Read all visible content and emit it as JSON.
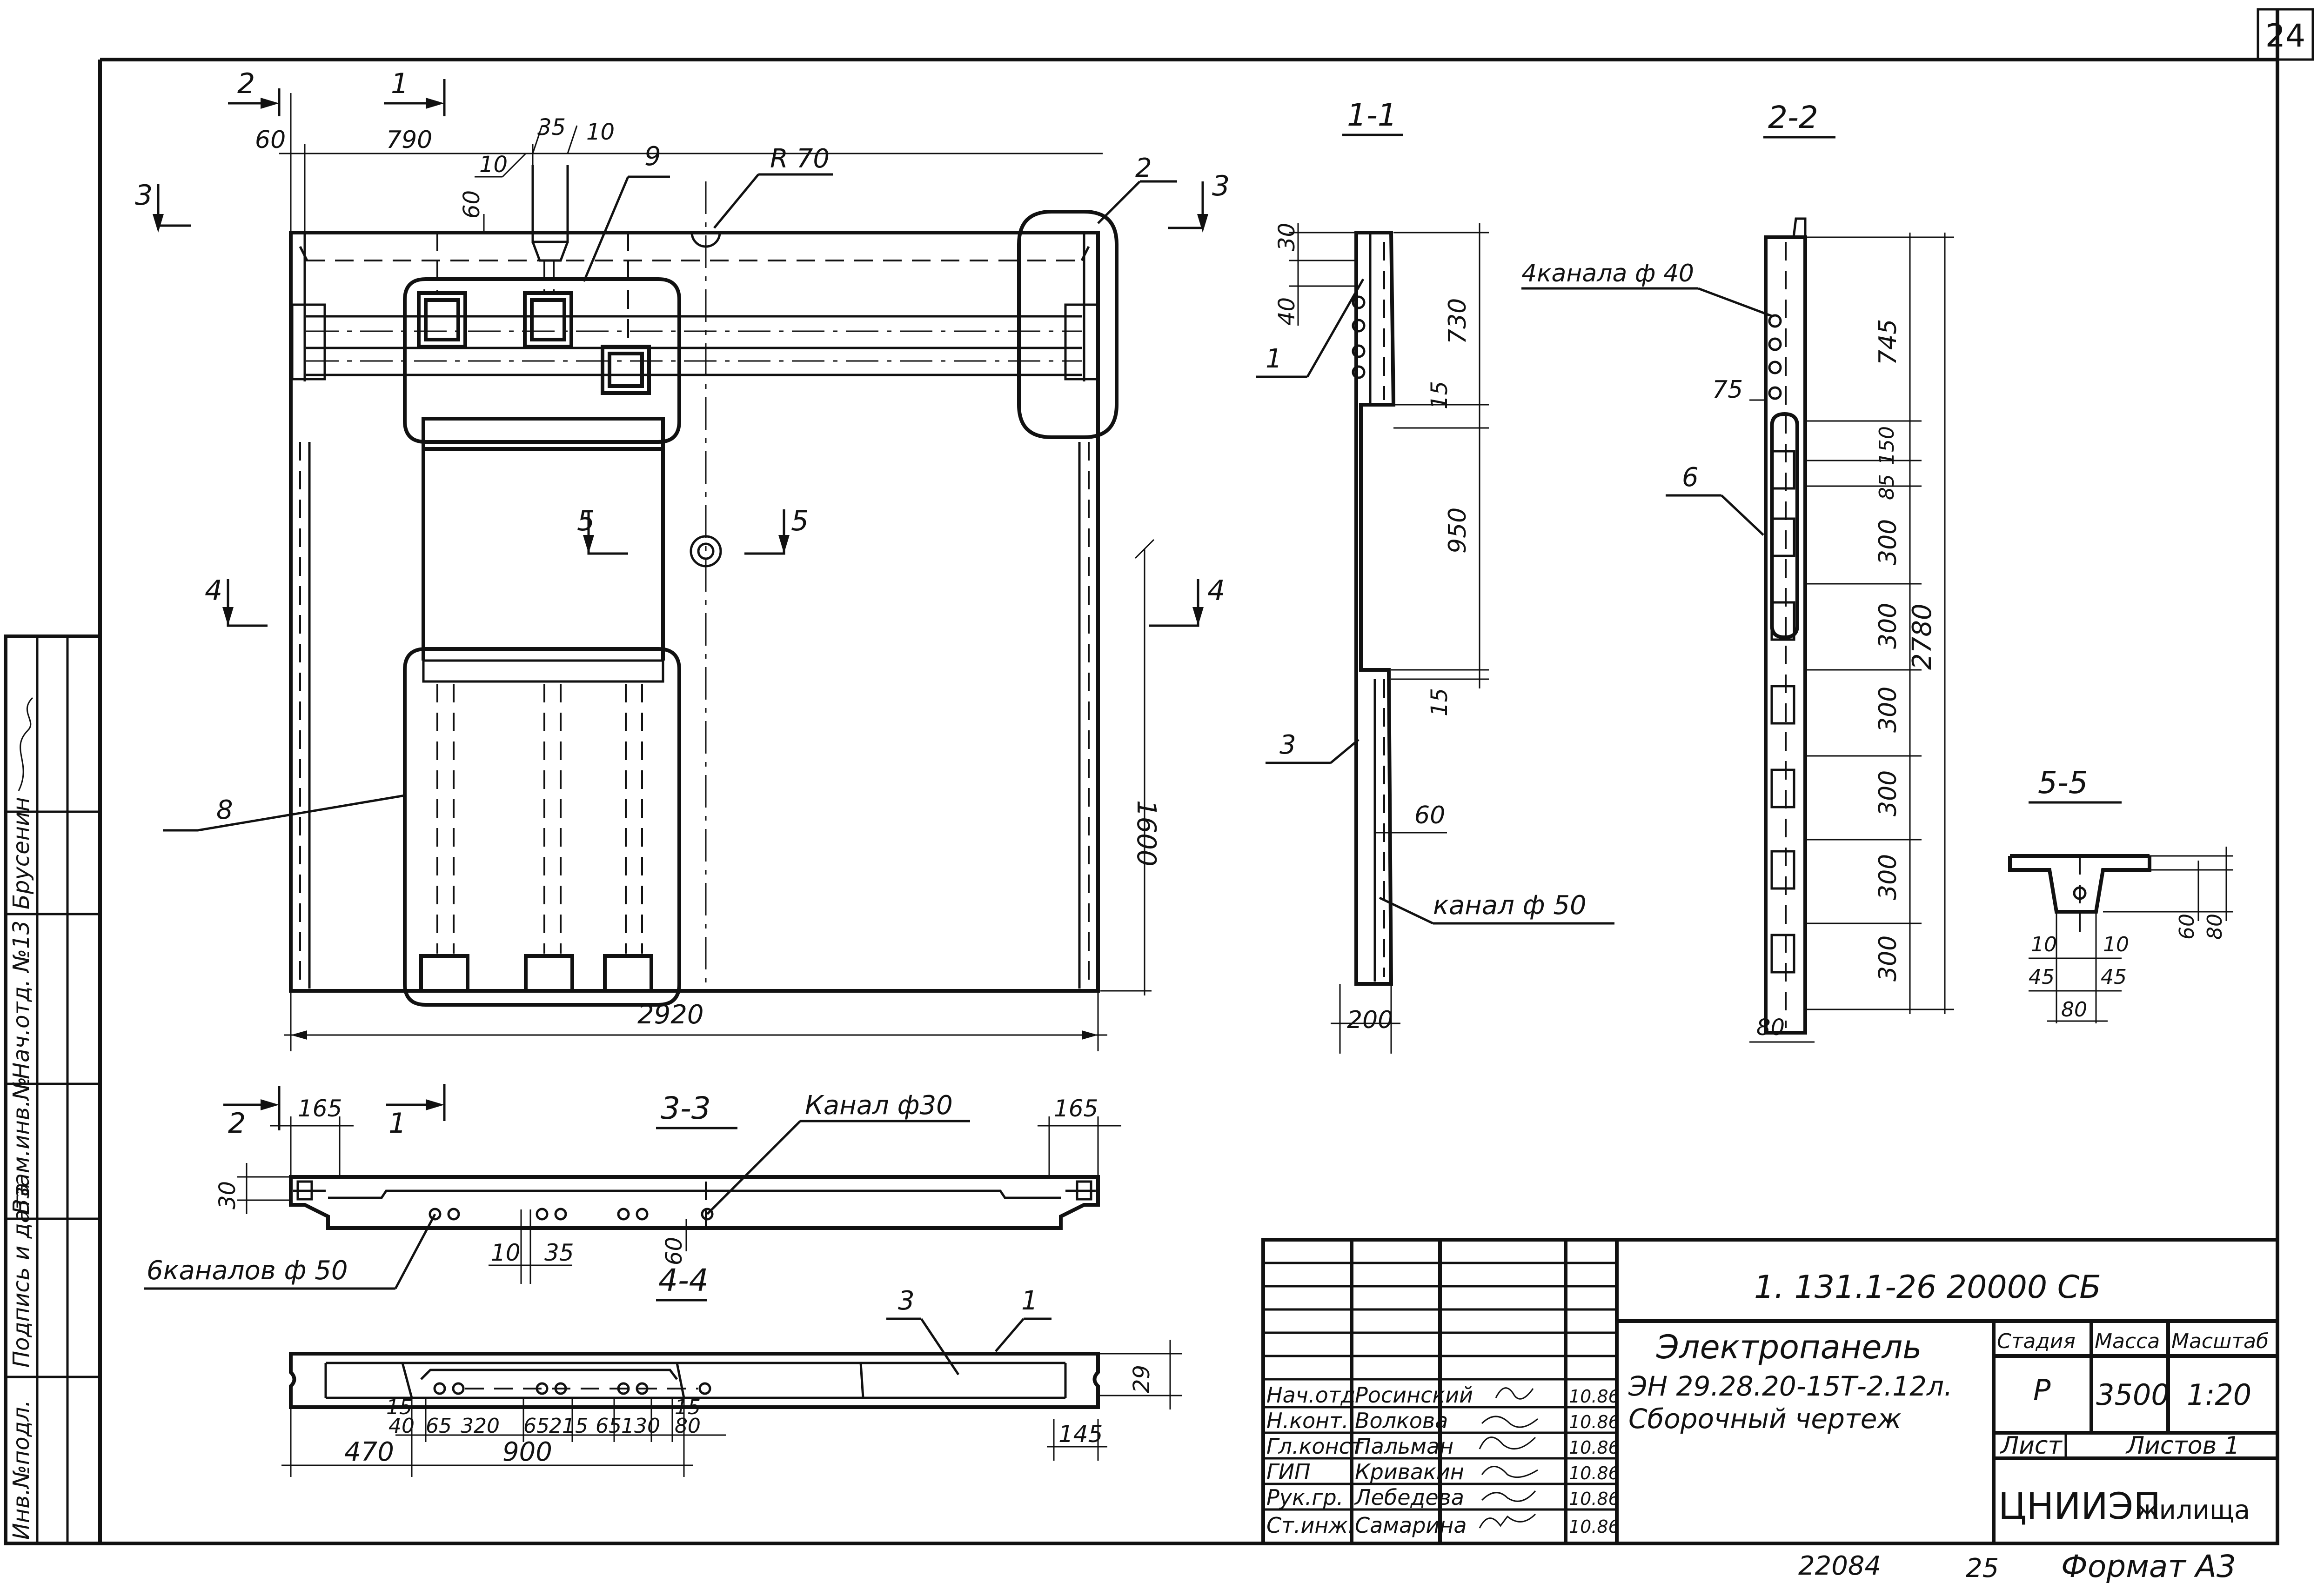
{
  "sheet": {
    "number": "24",
    "bottom_number": "22084",
    "page_label": "25",
    "format_label": "Формат А3"
  },
  "stamp": {
    "document_code": "1. 131.1-26 20000 СБ",
    "title_line1": "Электропанель",
    "title_line2": "ЭН 29.28.20-15Т-2.12л.",
    "title_line3": "Сборочный чертеж",
    "stage_header": "Стадия",
    "mass_header": "Масса",
    "scale_header": "Масштаб",
    "stage_value": "Р",
    "mass_value": "3500",
    "scale_value": "1:20",
    "sheet_label": "Лист",
    "sheets_label": "Листов 1",
    "organization_brand": "ЦНИИЭП",
    "organization_word": "жилища",
    "signatories": [
      {
        "role": "Нач.отд",
        "name": "Росинский",
        "date": "10.86"
      },
      {
        "role": "Н.конт.",
        "name": "Волкова",
        "date": "10.86"
      },
      {
        "role": "Гл.конст",
        "name": "Пальман",
        "date": "10.86"
      },
      {
        "role": "ГИП",
        "name": "Кривакин",
        "date": "10.86"
      },
      {
        "role": "Рук.гр.",
        "name": "Лебедева",
        "date": "10.86"
      },
      {
        "role": "Ст.инж.",
        "name": "Самарина",
        "date": "10.86"
      }
    ]
  },
  "side_stamp": {
    "cells": [
      "Инв.№подл.",
      "Подпись и дата",
      "Взам.инв.№",
      "Нач.отд. №13",
      "Брусенин"
    ]
  },
  "sections": {
    "s11": "1-1",
    "s22": "2-2",
    "s33": "3-3",
    "s44": "4-4",
    "s55": "5-5"
  },
  "cut_marks": [
    "1",
    "2",
    "3",
    "4",
    "5"
  ],
  "callouts": {
    "c1": "1",
    "c2": "2",
    "c3": "3",
    "c6": "6",
    "c8": "8",
    "c9": "9",
    "radius": "R 70",
    "channels_40": "4канала ф 40",
    "channel_50": "канал ф 50",
    "channel_30": "Канал ф30",
    "channels_6x50": "6каналов ф 50"
  },
  "dimensions": {
    "main": {
      "d60": "60",
      "d790": "790",
      "d35": "35",
      "d10a": "10",
      "d10b": "10",
      "d60v": "60",
      "d2920": "2920",
      "d1600": "1600"
    },
    "s11": {
      "d30": "30",
      "d40": "40",
      "d730": "730",
      "d15a": "15",
      "d950": "950",
      "d15b": "15",
      "d60": "60",
      "d200": "200"
    },
    "s22": {
      "d745": "745",
      "d75": "75",
      "d150": "150",
      "d85": "85",
      "d300_1": "300",
      "d300_2": "300",
      "d300_3": "300",
      "d300_4": "300",
      "d300_5": "300",
      "d300_6": "300",
      "d2780": "2780",
      "d80": "80"
    },
    "s33": {
      "d165a": "165",
      "d165b": "165",
      "d30": "30",
      "d10": "10",
      "d35": "35",
      "d60": "60"
    },
    "s44": {
      "d29": "29",
      "d145": "145",
      "d15a": "15",
      "d40": "40",
      "d65a": "65",
      "d320": "320",
      "d65b": "65",
      "d215": "215",
      "d65c": "65",
      "d130": "130",
      "d80": "80",
      "d15b": "15",
      "d470": "470",
      "d900": "900"
    },
    "s55": {
      "d10a": "10",
      "d10b": "10",
      "d45a": "45",
      "d45b": "45",
      "d80h": "80",
      "d60": "60",
      "d80v": "80"
    }
  }
}
